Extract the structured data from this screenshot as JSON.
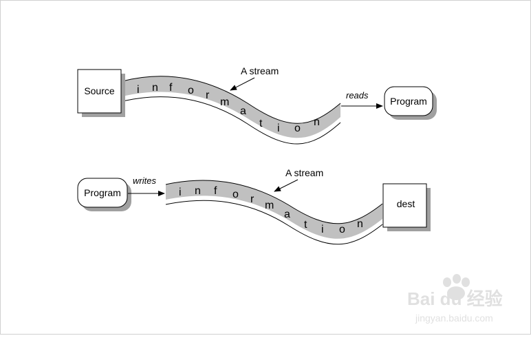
{
  "top_diagram": {
    "source_label": "Source",
    "program_label": "Program",
    "stream_caption": "A stream",
    "reads_label": "reads",
    "stream_letters": [
      "i",
      "n",
      "f",
      "o",
      "r",
      "m",
      "a",
      "t",
      "i",
      "o",
      "n"
    ]
  },
  "bottom_diagram": {
    "program_label": "Program",
    "dest_label": "dest",
    "stream_caption": "A stream",
    "writes_label": "writes",
    "stream_letters": [
      "i",
      "n",
      "f",
      "o",
      "r",
      "m",
      "a",
      "t",
      "i",
      "o",
      "n"
    ]
  },
  "watermark": {
    "brand": "Bai du 经验",
    "url": "jingyan.baidu.com"
  },
  "colors": {
    "stream_fill": "#c0c0c0",
    "shadow": "#a0a0a0",
    "stroke": "#000000"
  }
}
